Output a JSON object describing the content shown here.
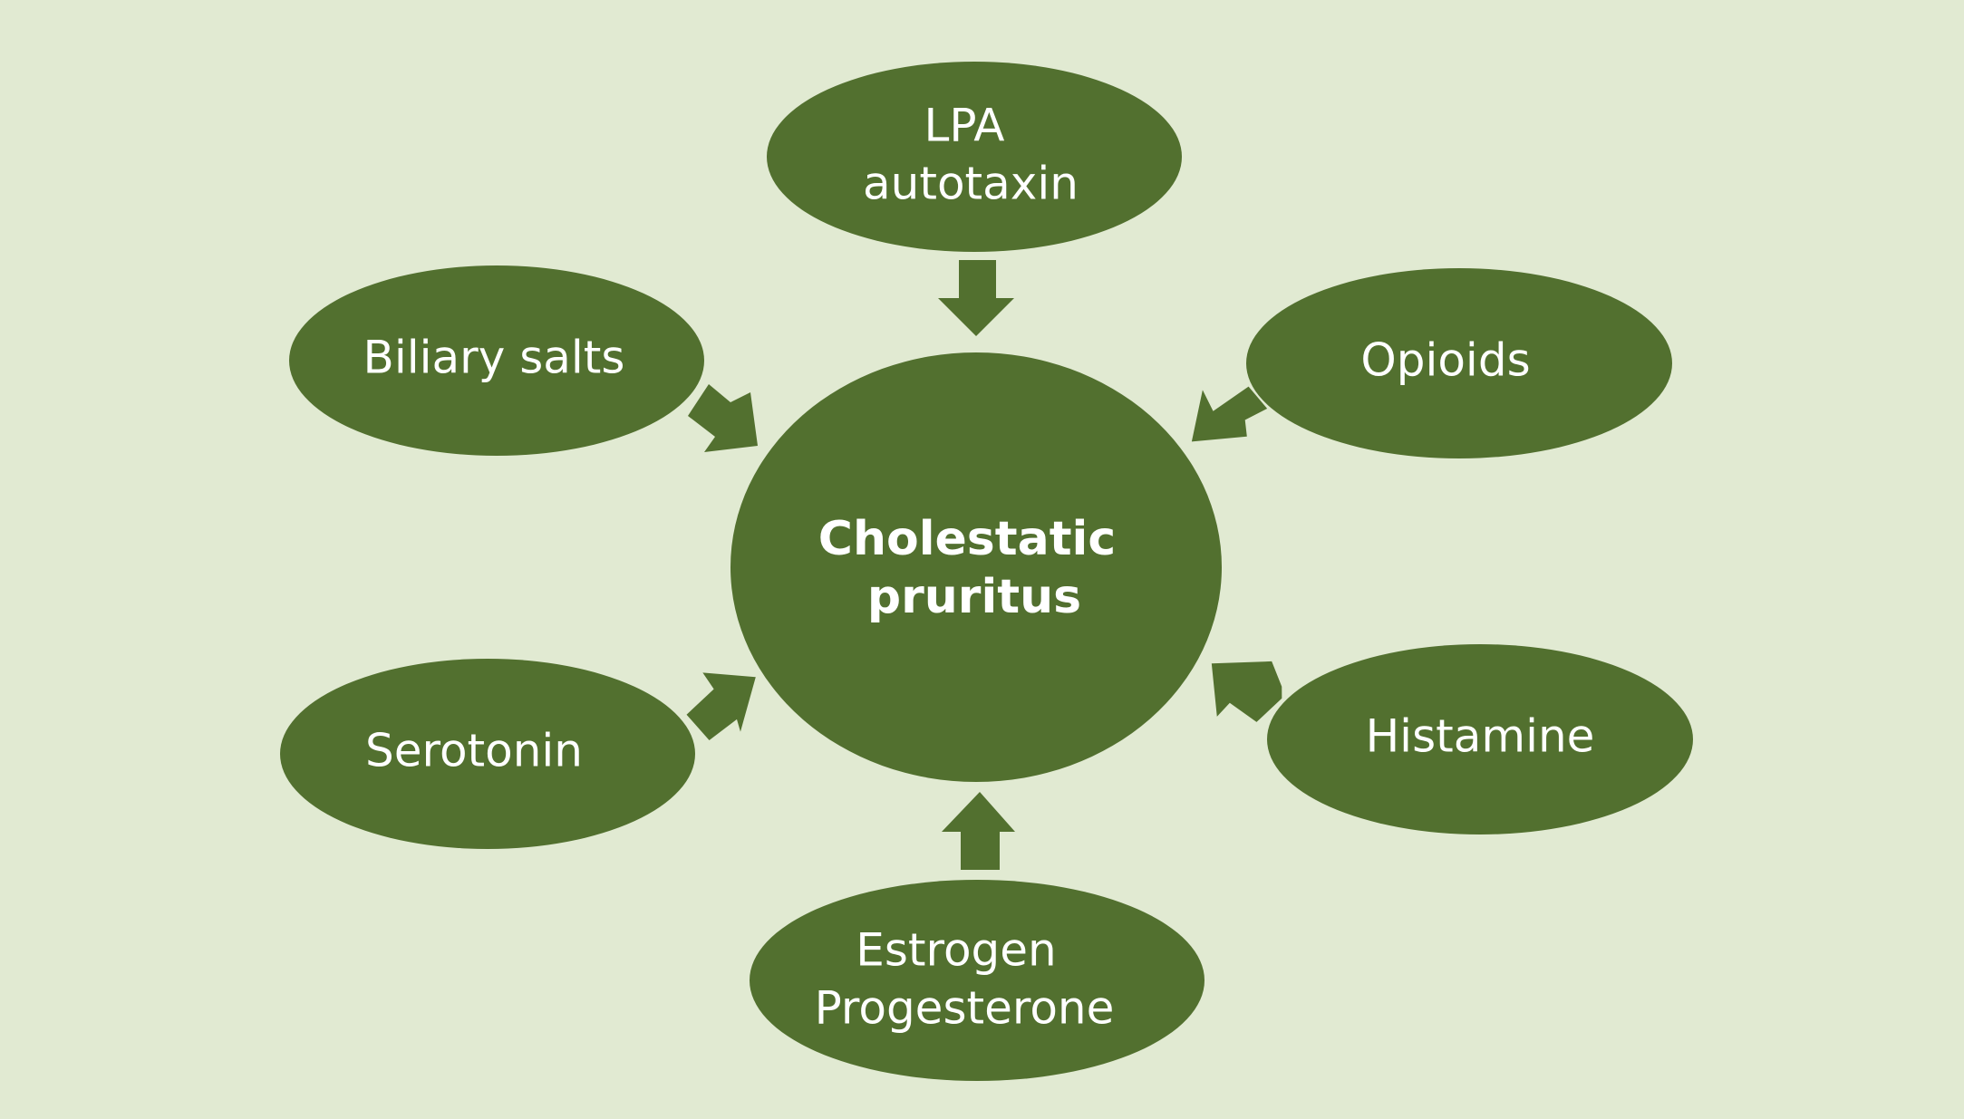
{
  "colors": {
    "background": "#e1ead2",
    "node_fill": "#52702f",
    "text": "#ffffff"
  },
  "center": {
    "line1": "Cholestatic",
    "line2": "pruritus"
  },
  "nodes": {
    "lpa": {
      "line1": "LPA",
      "line2": "autotaxin"
    },
    "biliary": {
      "label": "Biliary salts"
    },
    "opioids": {
      "label": "Opioids"
    },
    "serotonin": {
      "label": "Serotonin"
    },
    "histamine": {
      "label": "Histamine"
    },
    "estrogen": {
      "line1": "Estrogen",
      "line2": "Progesterone"
    }
  }
}
